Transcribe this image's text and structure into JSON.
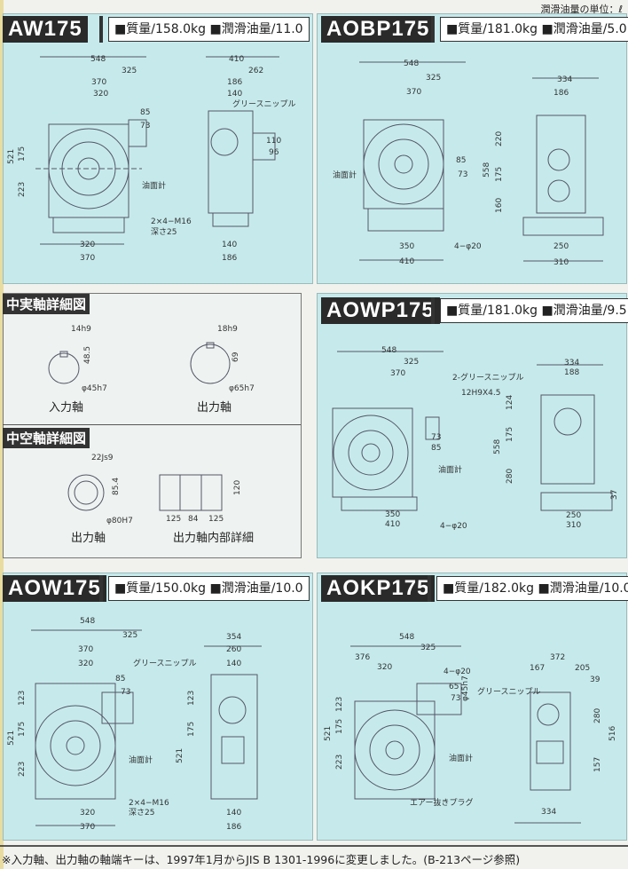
{
  "unit_note": "潤滑油量の単位：ℓ",
  "panels": {
    "aw175": {
      "model": "AW175",
      "spec": "■質量/158.0kg ■潤滑油量/11.0",
      "labels": [
        "548",
        "325",
        "370",
        "320",
        "85",
        "73",
        "521",
        "175",
        "223",
        "油面計",
        "320",
        "370",
        "2×4−M16",
        "深さ25",
        "410",
        "262",
        "186",
        "140",
        "グリースニップル",
        "110",
        "96",
        "140",
        "186"
      ]
    },
    "aobp175": {
      "model": "AOBP175",
      "spec": "■質量/181.0kg ■潤滑油量/5.0",
      "labels": [
        "548",
        "325",
        "370",
        "85",
        "73",
        "油面計",
        "350",
        "410",
        "4−φ20",
        "334",
        "186",
        "220",
        "558",
        "175",
        "160",
        "250",
        "310"
      ]
    },
    "aowp175": {
      "model": "AOWP175",
      "spec": "■質量/181.0kg ■潤滑油量/9.5",
      "labels": [
        "548",
        "325",
        "370",
        "2-グリースニップル",
        "12H9X4.5",
        "73",
        "85",
        "油面計",
        "350",
        "410",
        "4−φ20",
        "334",
        "188",
        "124",
        "175",
        "558",
        "280",
        "37",
        "250",
        "310"
      ]
    },
    "aow175": {
      "model": "AOW175",
      "spec": "■質量/150.0kg ■潤滑油量/10.0",
      "labels": [
        "548",
        "325",
        "370",
        "320",
        "グリースニップル",
        "85",
        "73",
        "521",
        "123",
        "175",
        "223",
        "油面計",
        "2×4−M16",
        "深さ25",
        "320",
        "370",
        "354",
        "260",
        "140",
        "123",
        "175",
        "521",
        "140",
        "186"
      ]
    },
    "aokp175": {
      "model": "AOKP175",
      "spec": "■質量/182.0kg ■潤滑油量/10.0",
      "labels": [
        "548",
        "325",
        "376",
        "320",
        "4−φ20",
        "65",
        "73",
        "φ45h7",
        "521",
        "123",
        "175",
        "223",
        "油面計",
        "エアー抜きプラグ",
        "372",
        "167",
        "205",
        "39",
        "グリースニップル",
        "280",
        "516",
        "157",
        "334"
      ]
    },
    "details": {
      "solid_title": "中実軸詳細図",
      "hollow_title": "中空軸詳細図",
      "labels": [
        "14h9",
        "48.5",
        "φ45h7",
        "入力軸",
        "18h9",
        "69",
        "φ65h7",
        "出力軸",
        "22Js9",
        "85.4",
        "φ80H7",
        "出力軸",
        "120",
        "125",
        "84",
        "125",
        "出力軸内部詳細"
      ]
    }
  },
  "footnote": "※入力軸、出力軸の軸端キーは、1997年1月からJIS B 1301-1996に変更しました。(B-213ページ参照)"
}
